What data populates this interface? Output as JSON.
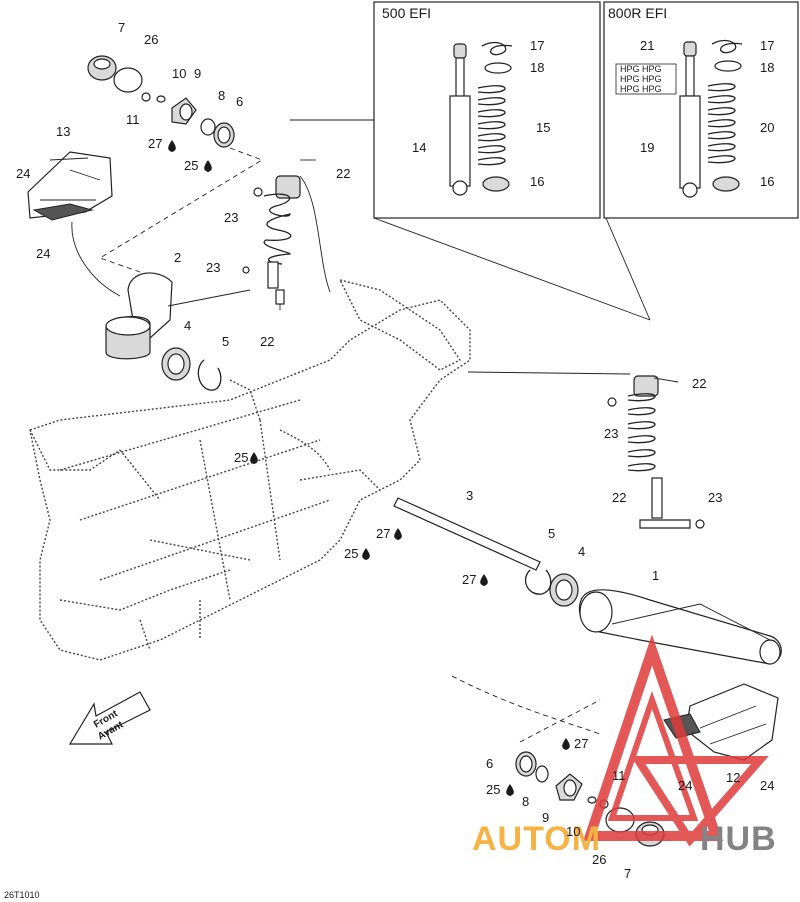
{
  "diagram": {
    "figure_code": "26T1010",
    "front_label": [
      "Front",
      "Avant"
    ],
    "boxes": [
      {
        "title": "500 EFI"
      },
      {
        "title": "800R EFI"
      }
    ],
    "box_500_labels": [
      "17",
      "18",
      "15",
      "14",
      "16"
    ],
    "box_800_labels": [
      "21",
      "17",
      "18",
      "20",
      "19",
      "16"
    ],
    "shock_right_labels": [
      "22",
      "23",
      "22",
      "23"
    ],
    "shock_left_labels": [
      "22",
      "23",
      "23",
      "22"
    ],
    "top_left_labels": [
      "7",
      "26",
      "10",
      "9",
      "11",
      "8",
      "6",
      "27",
      "25"
    ],
    "guard_left_labels": [
      "13",
      "24",
      "24"
    ],
    "pivot_left_labels": [
      "2",
      "4",
      "5"
    ],
    "center_labels": [
      "25",
      "3",
      "27",
      "25",
      "27",
      "5",
      "4",
      "1"
    ],
    "bottom_right_labels": [
      "6",
      "27",
      "8",
      "11",
      "25",
      "9",
      "10",
      "26",
      "7"
    ],
    "guard_right_labels": [
      "24",
      "12",
      "24"
    ],
    "decal_texts": [
      "HPG HPG",
      "HPG HPG",
      "HPG HPG"
    ],
    "watermark": {
      "left": "AUTOM",
      "right": "HUB",
      "color_red": "#e03a3a",
      "color_orange": "#f5a623",
      "color_gray": "#6e6e6e"
    }
  }
}
